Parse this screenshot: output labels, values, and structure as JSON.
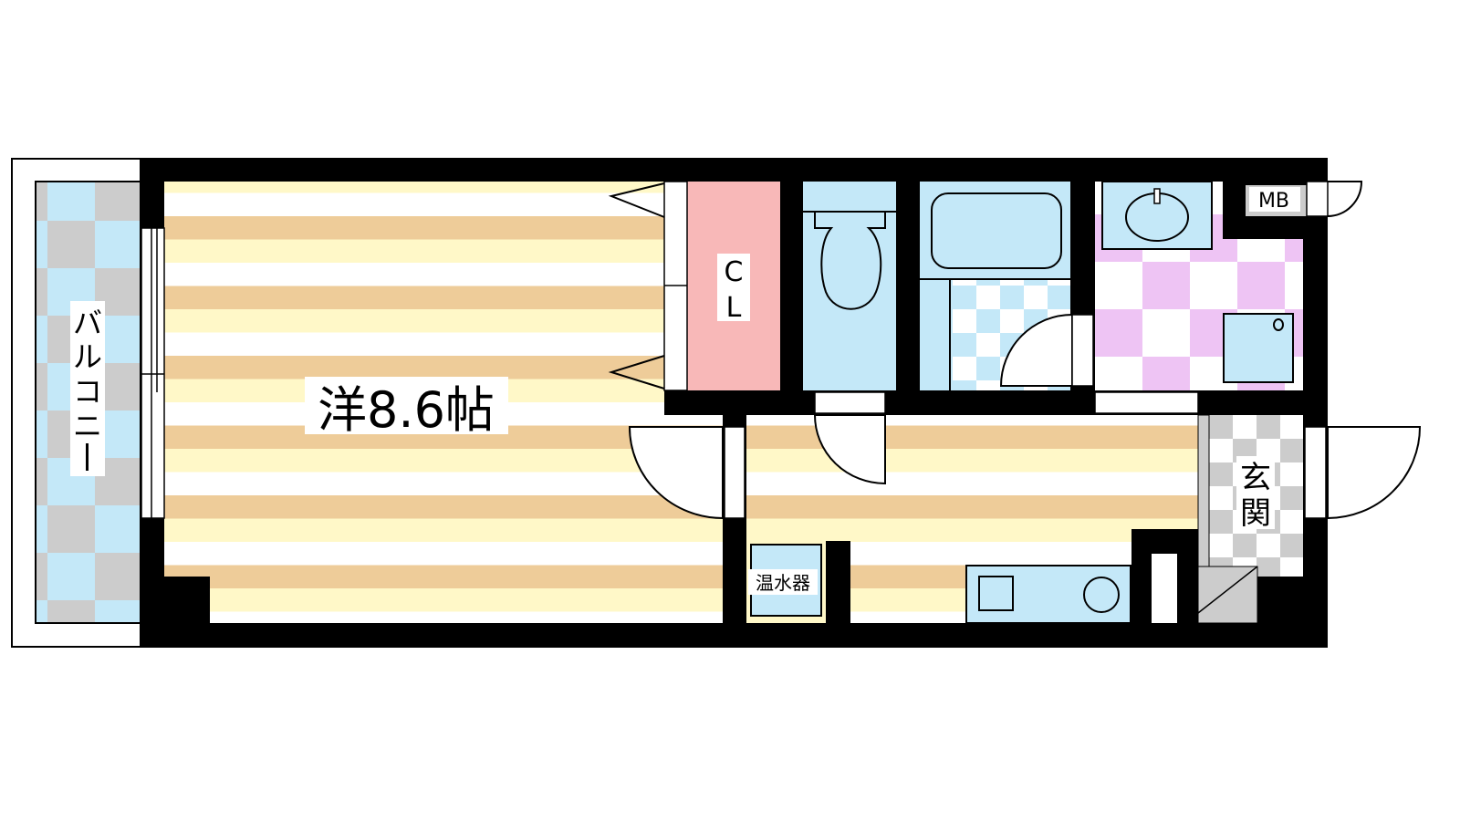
{
  "floorplan": {
    "rooms": {
      "western_room": "洋8.6帖",
      "closet": [
        "C",
        "L"
      ],
      "water_heater": "温水器",
      "entrance": [
        "玄",
        "関"
      ],
      "balcony": [
        "バ",
        "ル",
        "コ",
        "ニ",
        "ー"
      ],
      "meter_box": "MB"
    },
    "colors": {
      "wall": "#000000",
      "floor_tan": "#eecc99",
      "floor_yellow": "#fff8c8",
      "wet_area": "#c4e8f8",
      "closet": "#f8b8b8",
      "washroom_check": "#eec4f4",
      "tile_gray": "#cccccc"
    }
  }
}
